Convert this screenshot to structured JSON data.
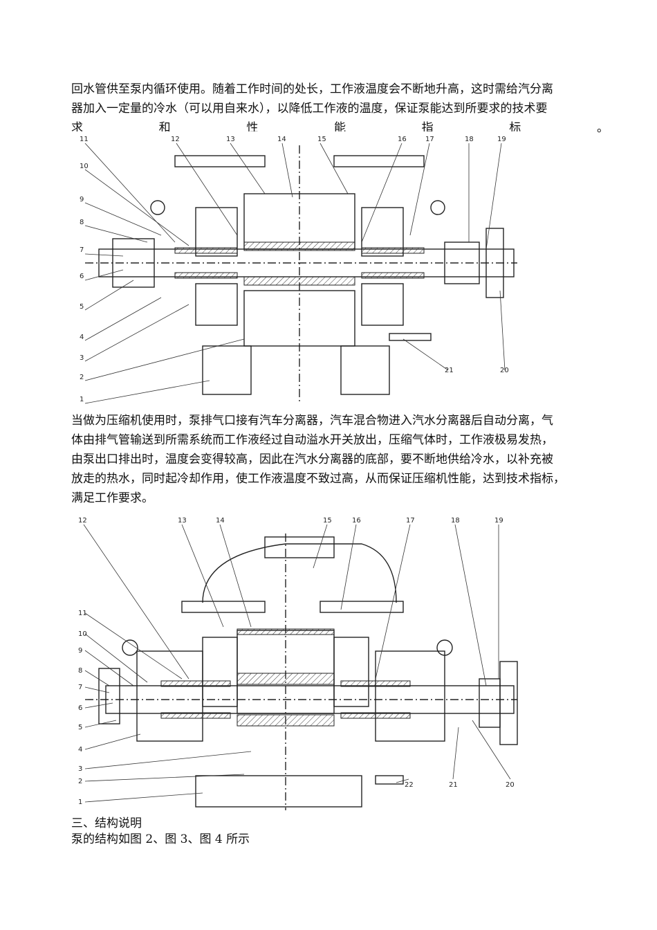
{
  "paragraph1": {
    "line1": "回水管供至泵内循环使用。随着工作时间的处长，工作液温度会不断地升高，这时需给汽分离",
    "line2": "器加入一定量的冷水（可以用自来水），以降低工作液的温度，保证泵能达到所要求的技术要",
    "line3_chars": [
      "求",
      "和",
      "性",
      "能",
      "指",
      "标",
      "。"
    ]
  },
  "figure1": {
    "labels_top": [
      "11",
      "12",
      "13",
      "14",
      "15",
      "16",
      "17",
      "18",
      "19"
    ],
    "labels_left": [
      "10",
      "9",
      "8",
      "7",
      "6",
      "5",
      "4",
      "3",
      "2",
      "1"
    ],
    "labels_bottom": [
      "21",
      "20"
    ]
  },
  "paragraph2": {
    "line1": "当做为压缩机使用时，泵排气口接有汽车分离器，汽车混合物进入汽水分离器后自动分离，气",
    "line2": "体由排气管输送到所需系统而工作液经过自动溢水开关放出，压缩气体时，工作液极易发热，",
    "line3": "由泵出口排出时，温度会变得较高，因此在汽水分离器的底部，要不断地供给冷水，以补充被",
    "line4": "放走的热水，同时起冷却作用，使工作液温度不致过高，从而保证压缩机性能，达到技术指标，",
    "line5": "满足工作要求。"
  },
  "figure2": {
    "labels_top": [
      "12",
      "13",
      "14",
      "15",
      "16",
      "17",
      "18",
      "19"
    ],
    "labels_left": [
      "11",
      "10",
      "9",
      "8",
      "7",
      "6",
      "5",
      "4",
      "3",
      "2",
      "1"
    ],
    "labels_bottom": [
      "22",
      "21",
      "20"
    ]
  },
  "section": {
    "heading": "三、结构说明",
    "text": "泵的结构如图 2、图 3、图 4 所示"
  }
}
